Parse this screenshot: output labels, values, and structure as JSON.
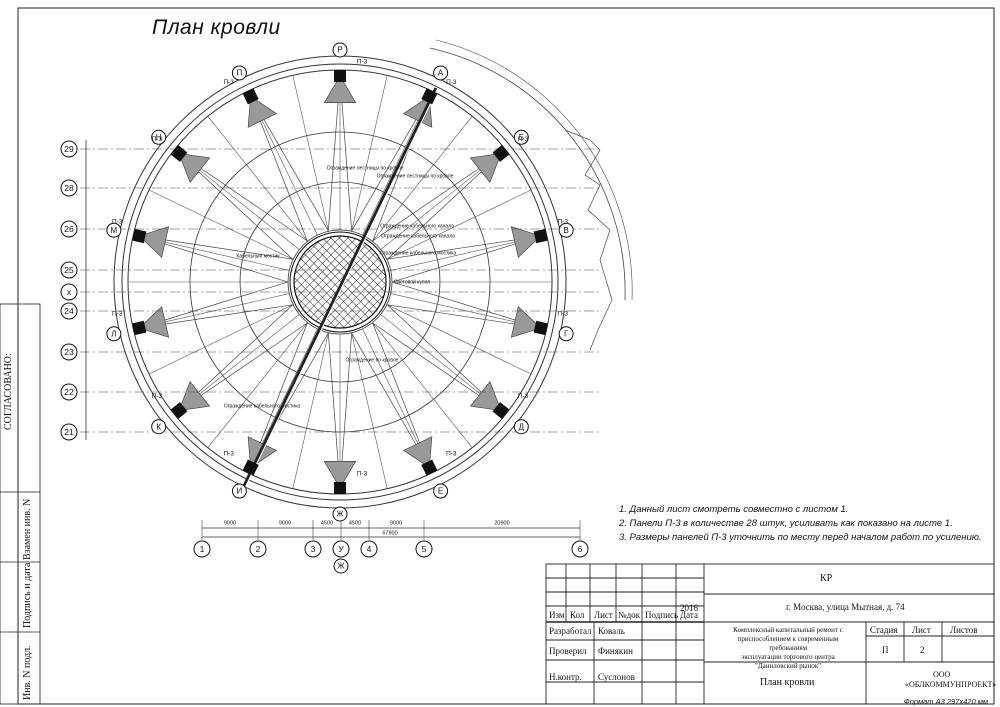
{
  "drawing": {
    "title": "План кровли",
    "grid_rows": [
      "29",
      "28",
      "26",
      "25",
      "х",
      "24",
      "23",
      "22",
      "21"
    ],
    "grid_cols": [
      "1",
      "2",
      "3",
      "У",
      "4",
      "5",
      "6"
    ],
    "grid_col_extra": "Ж",
    "nodes": [
      "Р",
      "А",
      "Б",
      "В",
      "Г",
      "Д",
      "Е",
      "Ж",
      "И",
      "К",
      "Л",
      "М",
      "Н",
      "П"
    ],
    "panel_label": "П-3",
    "annotations": {
      "fence_1": "Ограждение лестницы по кровле",
      "fence_2": "Ограждение лестницы по кровле",
      "fence_3": "Ограждение кабельного канала",
      "fence_4": "Ограждение кабельного канала",
      "fence_5": "Ограждение кабельного мостика",
      "skylight": "Световой купол",
      "cable_bridge": "Кабельный мостик",
      "fence_6": "Ограждение кабельного мостика",
      "fence_7": "Ограждение по кровле"
    },
    "dims": [
      "9000",
      "9000",
      "4500",
      "4500",
      "9000",
      "20900",
      "67900"
    ]
  },
  "side_stamp": {
    "agreed": "СОГЛАСОВАНО:",
    "replace_inv": "Взамен инв. N",
    "sign_date": "Подпись и дата",
    "inv_orig": "Инв. N подл."
  },
  "notes": [
    "1. Данный лист смотреть совместно  с листом 1.",
    "2. Панели П-3 в количестве 28 штук, усиливать как показано на листе 1.",
    "3. Размеры панелей П-3 уточнить по месту перед началом работ по усилению."
  ],
  "title_block": {
    "code": "КР",
    "address": "г. Москва, улица Мытная, д. 74",
    "year": "2016",
    "h_izm": "Изм",
    "h_kol": "Кол",
    "h_list": "Лист",
    "h_ndok": "№док",
    "h_sign": "Подпись",
    "h_date": "Дата",
    "r1_role": "Разработал",
    "r1_name": "Коваль",
    "r2_role": "Проверил",
    "r2_name": "Финякин",
    "r3_role": "Н.контр.",
    "r3_name": "Суслонов",
    "project": [
      "Комплексный капитальный ремонт с",
      "приспособлением к современным требованиям",
      "эксплуатации торгового центра \"Даниловский рынок\""
    ],
    "sheet_name": "План кровли",
    "stage_h": "Стадия",
    "list_h": "Лист",
    "lists_h": "Листов",
    "stage": "П",
    "list": "2",
    "lists": "",
    "org1": "ООО",
    "org2": "«ОБЛКОММУНПРОЕКТ»",
    "format": "Формат А3 297х420 мм"
  }
}
